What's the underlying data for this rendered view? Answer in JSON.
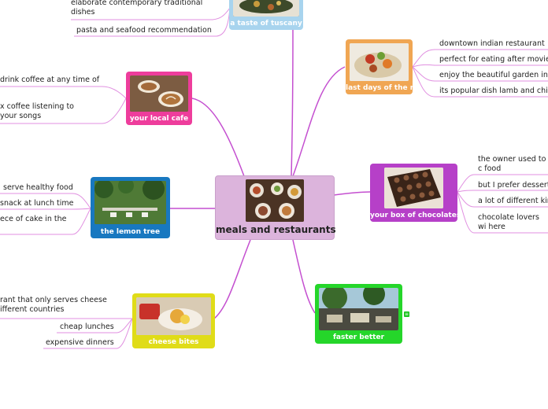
{
  "central": {
    "label": "meals and restaurants"
  },
  "nodes": {
    "tuscany": {
      "label": "a taste of tuscany",
      "color": "#a8d4ee"
    },
    "raj": {
      "label": "last days of the raj",
      "color": "#f0a653"
    },
    "cafe": {
      "label": "your local cafe",
      "color": "#ee3d9c"
    },
    "chocolates": {
      "label": "your box of chocolates",
      "color": "#b640c8"
    },
    "lemon": {
      "label": "the lemon tree",
      "color": "#1878c0"
    },
    "cheese": {
      "label": "cheese bites",
      "color": "#e0dc18"
    },
    "faster": {
      "label": "faster better",
      "color": "#25d62a"
    }
  },
  "leaves": {
    "tuscany": [
      "elaborate contemporary traditional dishes",
      "pasta and seafood recommendation"
    ],
    "raj": [
      "downtown indian restaurant",
      "perfect for eating after movies",
      "enjoy the beautiful garden in s",
      "its popular dish lamb and chic"
    ],
    "cafe": [
      "drink coffee at any time of",
      "x coffee listening to your songs"
    ],
    "chocolates": [
      "the owner used to c food",
      "but I prefer dessert",
      "a lot of different kin",
      "chocolate lovers wi here"
    ],
    "lemon": [
      "serve healthy food",
      "snack at lunch time",
      "ece of cake in the"
    ],
    "cheese": [
      "rant that only serves cheese ifferent countries",
      "cheap lunches",
      "expensive dinners"
    ]
  },
  "colors": {
    "link": "#c44fd0",
    "leaf_line": "#e08fe0"
  },
  "icons": {
    "faster_badge": "note-icon"
  }
}
